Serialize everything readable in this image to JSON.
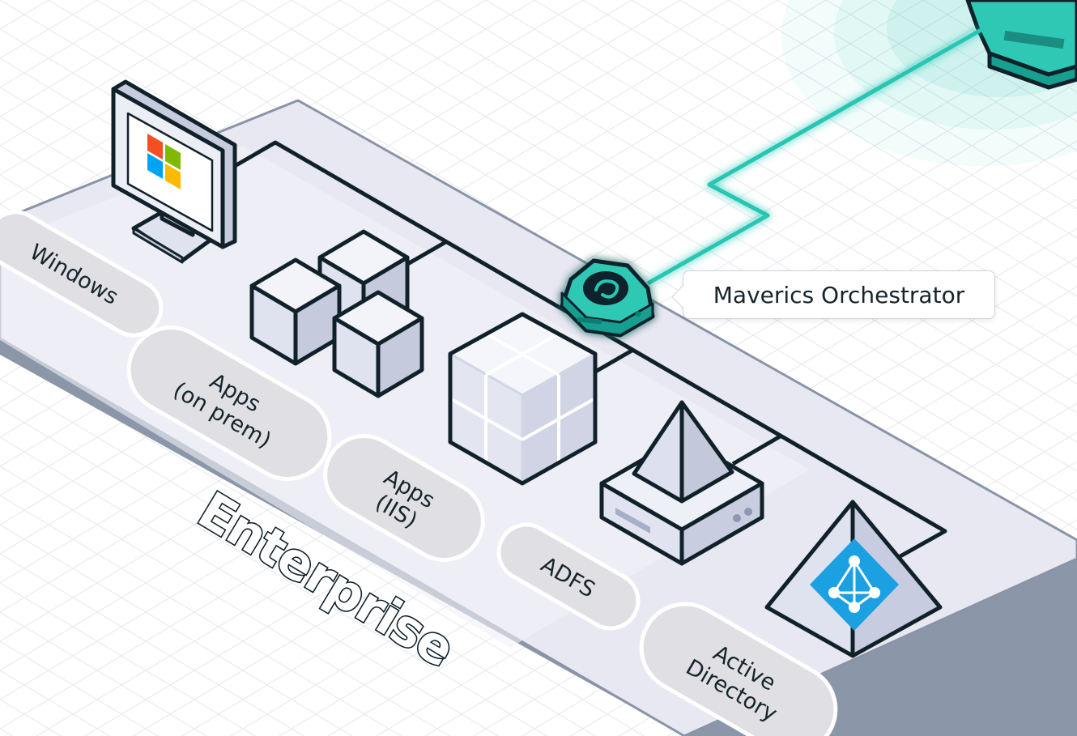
{
  "platform": {
    "title": "Enterprise"
  },
  "components": [
    {
      "label_lines": [
        "Windows"
      ],
      "icon": "windows-monitor-icon"
    },
    {
      "label_lines": [
        "Apps",
        "(on prem)"
      ],
      "icon": "on-prem-apps-cubes-icon"
    },
    {
      "label_lines": [
        "Apps",
        "(IIS)"
      ],
      "icon": "iis-apps-cube-icon"
    },
    {
      "label_lines": [
        "ADFS"
      ],
      "icon": "adfs-server-icon"
    },
    {
      "label_lines": [
        "Active",
        "Directory"
      ],
      "icon": "active-directory-pyramid-icon"
    }
  ],
  "orchestrator": {
    "label": "Maverics Orchestrator",
    "icon": "maverics-orchestrator-hexagon-icon"
  },
  "colors": {
    "accent": "#27c6b3",
    "accent_dark": "#109a8b",
    "outline": "#11212a",
    "platform_top": "#e9e9f4",
    "platform_side": "#8b96a8",
    "pill": "#e0e0e4",
    "azure_blue": "#1ba1e2",
    "windows_red": "#f25022",
    "windows_green": "#7fba00",
    "windows_blue": "#00a4ef",
    "windows_yellow": "#ffb900"
  }
}
